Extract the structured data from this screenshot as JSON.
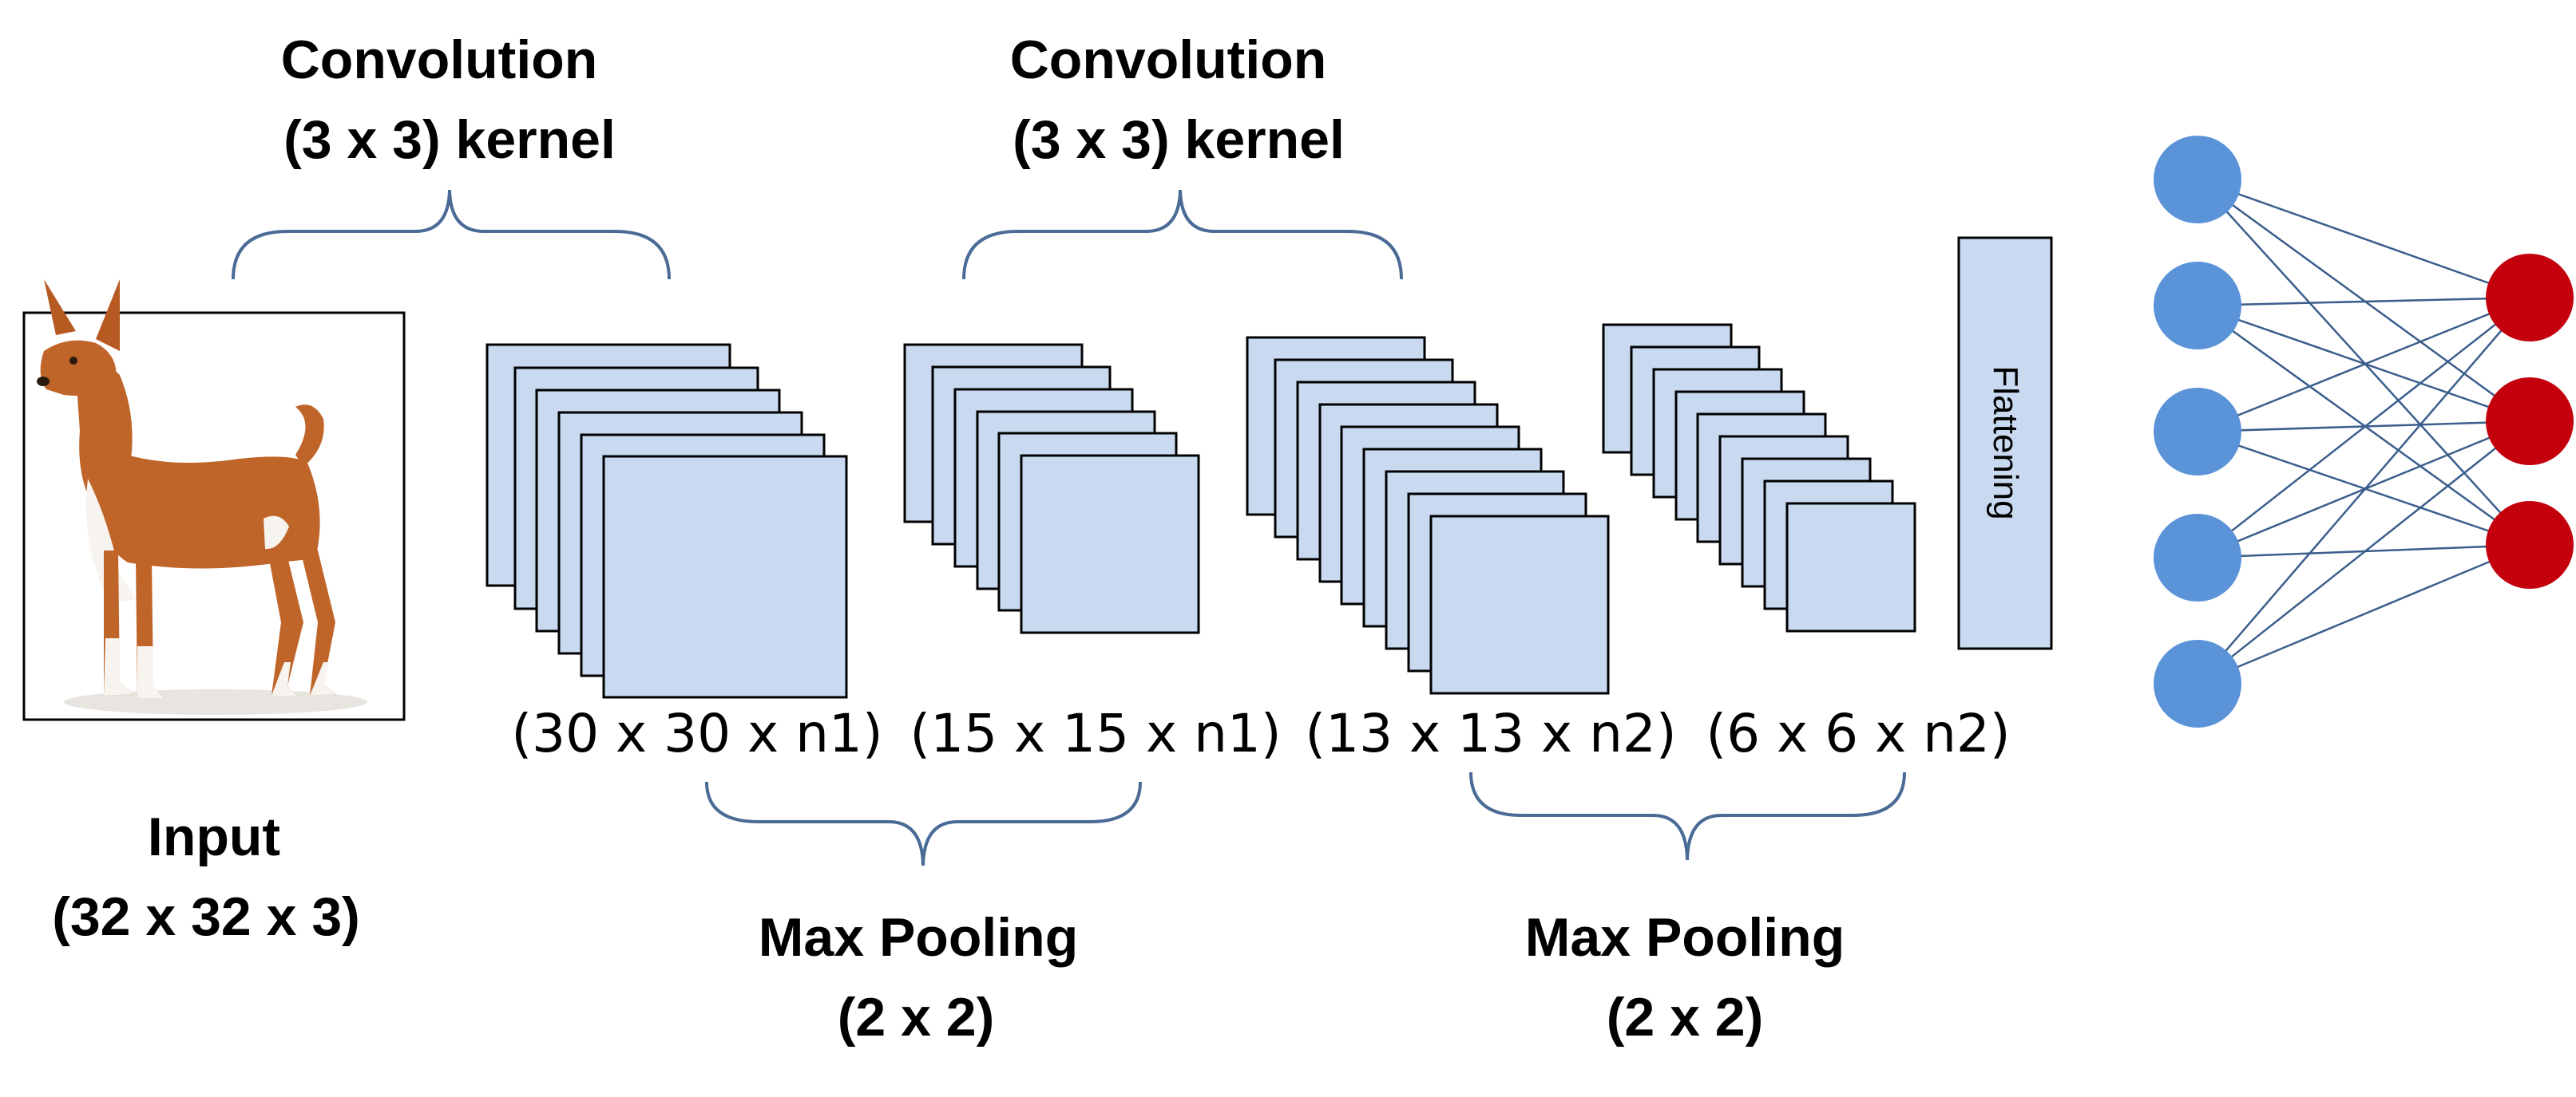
{
  "labels": {
    "conv1_line1": "Convolution",
    "conv1_line2": "(3 x 3) kernel",
    "conv2_line1": "Convolution",
    "conv2_line2": "(3 x 3) kernel",
    "input_line1": "Input",
    "input_line2": "(32 x 32 x 3)",
    "pool1_line1": "Max Pooling",
    "pool1_line2": "(2 x 2)",
    "pool2_line1": "Max Pooling",
    "pool2_line2": "(2 x 2)",
    "flatten": "Flattening"
  },
  "dimensions": {
    "conv1": "(30 x 30 x n1)",
    "pool1": "(15 x 15 x n1)",
    "conv2": "(13 x 13 x n2)",
    "pool2": "(6 x 6 x n2)"
  },
  "network": {
    "input_nodes": 5,
    "output_nodes": 3,
    "input_color": "#5b93d8",
    "output_color": "#c4000c"
  },
  "colors": {
    "feature_map_fill": "#c9daf0",
    "brace": "#4a6b96",
    "connection": "#3b5e8c",
    "dog_coat": "#c0652a",
    "dog_white": "#f7f3ee"
  },
  "icons": {
    "input_image": "dog-photo-icon"
  }
}
